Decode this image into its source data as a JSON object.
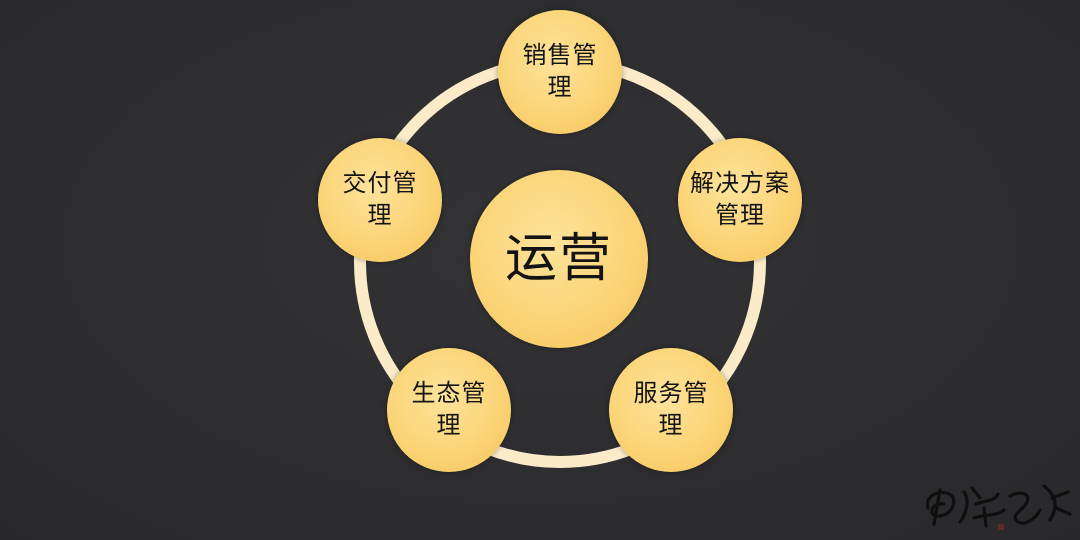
{
  "diagram": {
    "center": {
      "label": "运营"
    },
    "nodes": [
      {
        "id": "sales",
        "label": "销售管理"
      },
      {
        "id": "solution",
        "label": "解决方案管理"
      },
      {
        "id": "service",
        "label": "服务管理"
      },
      {
        "id": "ecosystem",
        "label": "生态管理"
      },
      {
        "id": "delivery",
        "label": "交付管理"
      }
    ]
  },
  "colors": {
    "background": "#2e2e30",
    "node_fill": "#fbd477",
    "ring": "#fbebc8",
    "text": "#141414"
  },
  "watermark": {
    "text": ""
  }
}
